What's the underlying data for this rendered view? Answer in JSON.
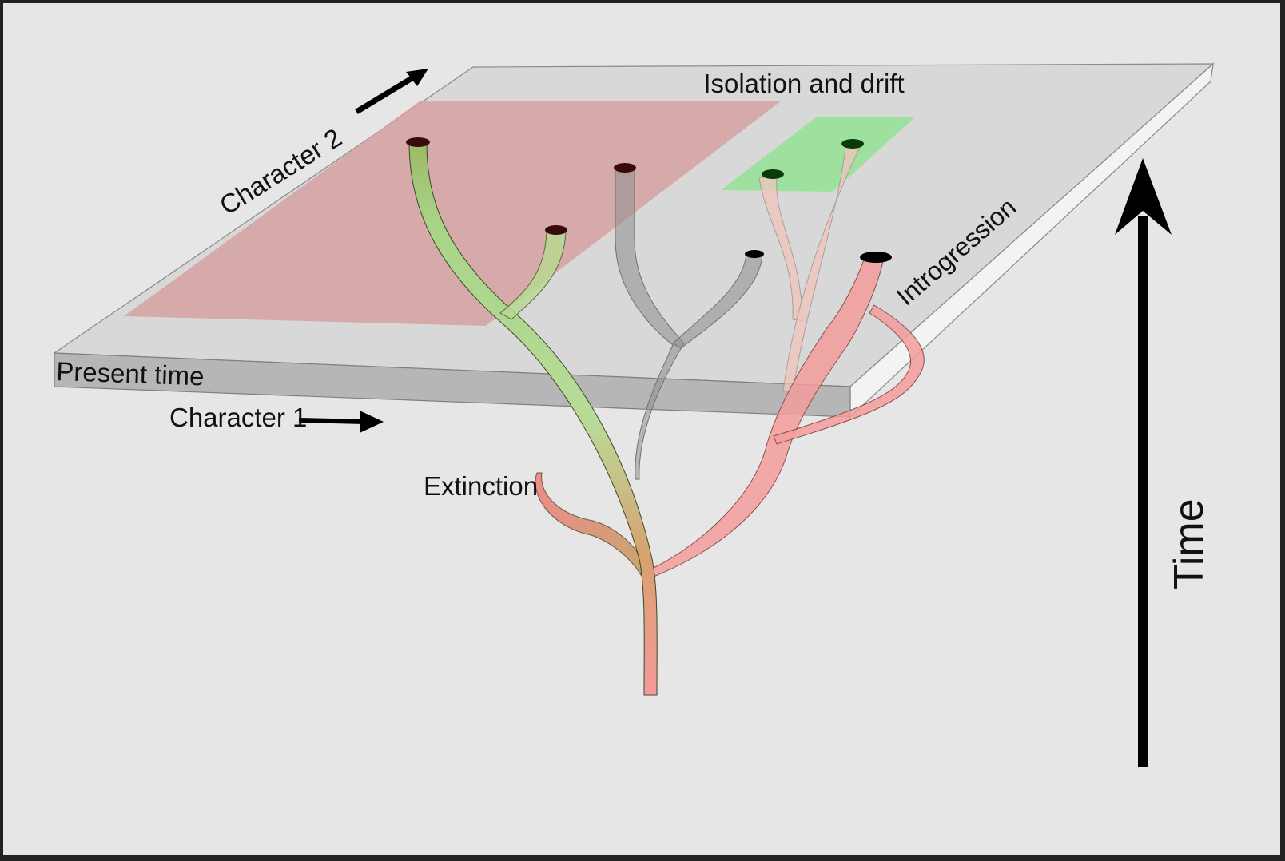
{
  "labels": {
    "isolation": "Isolation and drift",
    "character2": "Character 2",
    "introgression": "Introgression",
    "present_time": "Present time",
    "character1": "Character 1",
    "extinction": "Extinction",
    "time": "Time"
  },
  "colors": {
    "background": "#e6e6e6",
    "frame": "#222222",
    "plane_top": "#d4d4d4",
    "plane_front": "#b4b4b4",
    "red_region": "#d4a8a8",
    "green_region": "#a0dca0",
    "green_branch": "#a8dc90",
    "red_branch": "#f59a9a",
    "grey_branch": "#9a9a9a",
    "arrow": "#000000"
  }
}
